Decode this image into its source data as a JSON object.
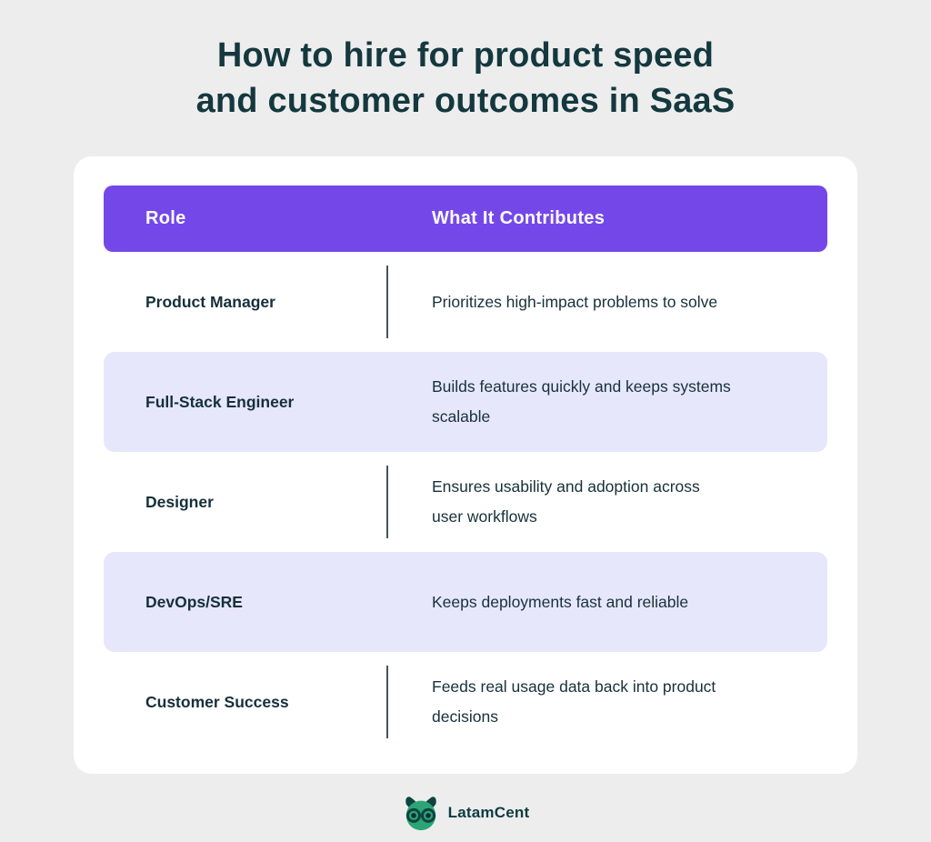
{
  "title": "How to hire for product speed\nand customer outcomes in SaaS",
  "table": {
    "headers": [
      "Role",
      "What It Contributes"
    ],
    "rows": [
      {
        "role": "Product Manager",
        "contribution": "Prioritizes high-impact problems to solve"
      },
      {
        "role": "Full-Stack Engineer",
        "contribution": "Builds features quickly and keeps systems\nscalable"
      },
      {
        "role": "Designer",
        "contribution": "Ensures usability and adoption across\nuser workflows"
      },
      {
        "role": "DevOps/SRE",
        "contribution": "Keeps deployments fast and reliable"
      },
      {
        "role": "Customer Success",
        "contribution": "Feeds real usage data back into product\ndecisions"
      }
    ]
  },
  "footer": {
    "brand": "LatamCent",
    "logo_icon": "owl-logo-icon"
  },
  "colors": {
    "page_bg": "#EDEDEE",
    "card_bg": "#FFFFFF",
    "header_bg": "#7448E8",
    "header_text": "#FFFFFF",
    "row_alt_bg": "#E7E7FB",
    "title_text": "#14383E",
    "body_text": "#17313B",
    "divider": "#44545C",
    "owl_green": "#2CA476",
    "owl_dark_teal": "#0E443E",
    "owl_pupil": "#0F2C33"
  }
}
